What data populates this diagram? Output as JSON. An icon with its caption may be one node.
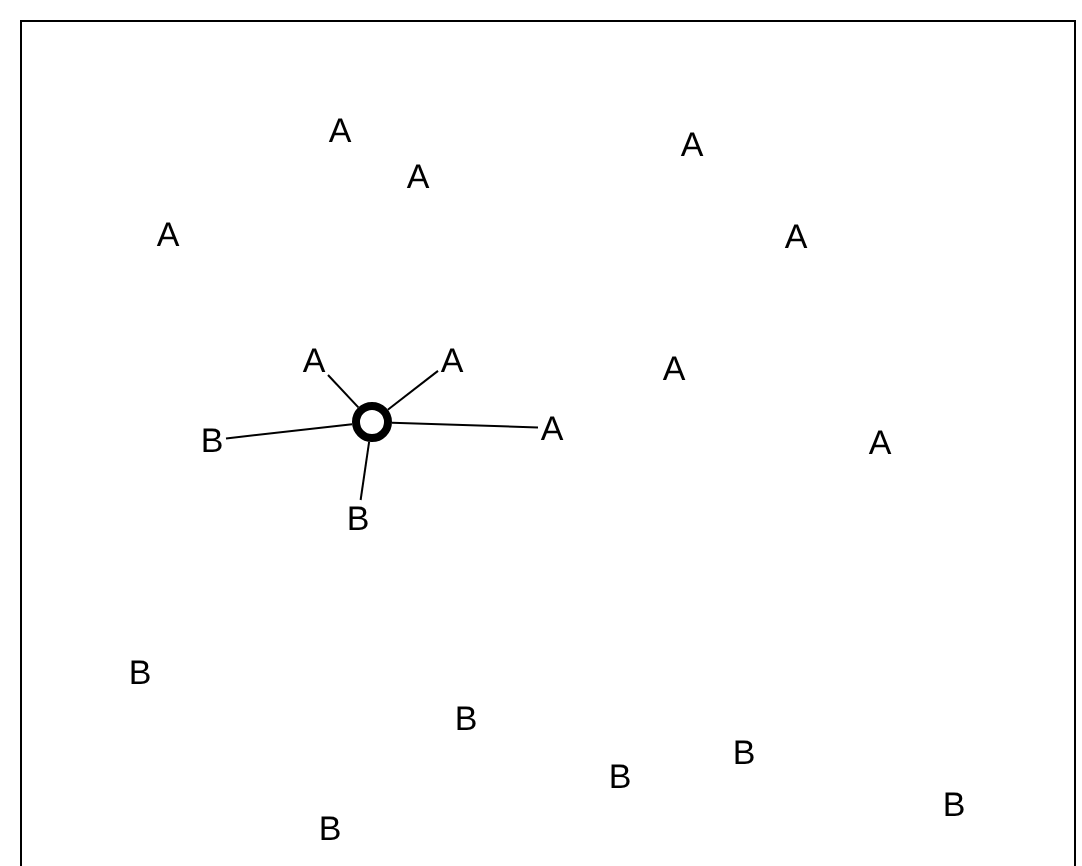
{
  "diagram": {
    "nodes": [
      {
        "text": [
          "A"
        ]
      },
      {
        "text": [
          "A"
        ]
      },
      {
        "text": [
          "A"
        ]
      },
      {
        "text": [
          "A"
        ]
      },
      {
        "text": [
          "A"
        ]
      },
      {
        "text": [
          "A"
        ]
      },
      {
        "text": [
          "A"
        ]
      },
      {
        "text": [
          "A"
        ]
      },
      {
        "text": [],
        "shape": "circle"
      },
      {
        "text": [
          "A"
        ]
      },
      {
        "text": [
          "B"
        ]
      },
      {
        "text": [
          "A"
        ]
      },
      {
        "text": [
          "B"
        ]
      },
      {
        "text": [
          "B"
        ]
      },
      {
        "text": [
          "B"
        ]
      },
      {
        "text": [
          "B"
        ]
      },
      {
        "text": [
          "B"
        ]
      },
      {
        "text": [
          "B"
        ]
      },
      {
        "text": [
          "B"
        ]
      }
    ],
    "edges": [
      {
        "from": 8,
        "to": 5,
        "arrow": "none"
      },
      {
        "from": 8,
        "to": 6,
        "arrow": "none"
      },
      {
        "from": 8,
        "to": 9,
        "arrow": "none"
      },
      {
        "from": 8,
        "to": 10,
        "arrow": "none"
      },
      {
        "from": 8,
        "to": 12,
        "arrow": "none"
      }
    ]
  }
}
